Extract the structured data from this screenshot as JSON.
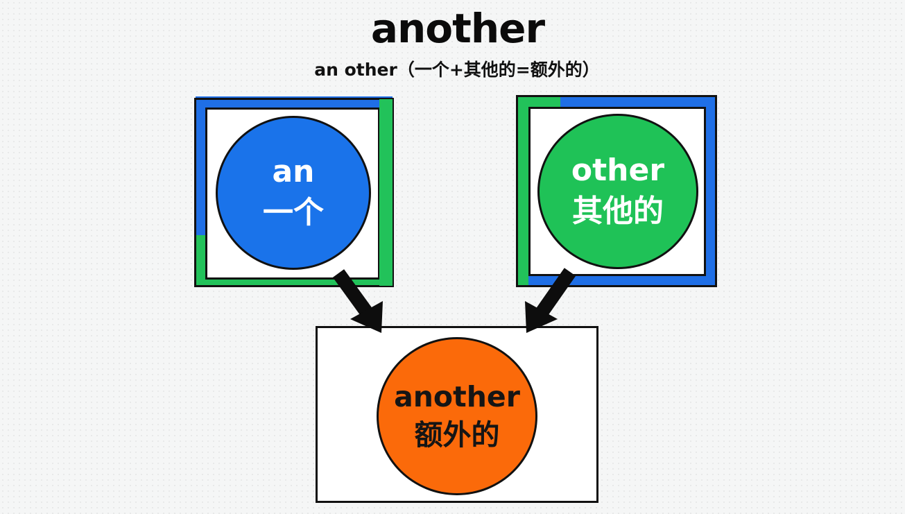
{
  "title": "another",
  "subtitle": "an other（一个+其他的=额外的）",
  "left": {
    "word": "an",
    "meaning": "一个"
  },
  "right": {
    "word": "other",
    "meaning": "其他的"
  },
  "result": {
    "word": "another",
    "meaning": "额外的"
  },
  "colors": {
    "blue": "#1a73ea",
    "green": "#1fc257",
    "orange": "#fb6a0a",
    "ink": "#111111"
  }
}
